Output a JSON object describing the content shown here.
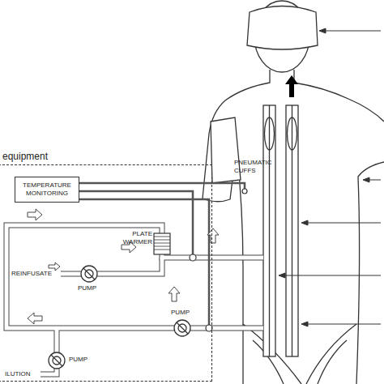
{
  "diagram": {
    "nodes": [
      {
        "text": [
          "equipment"
        ]
      },
      {
        "text": [
          "TEMPERATURE MONITORING"
        ],
        "in": 0
      }
    ],
    "labels": [
      "PNEUMATIC CUFFS",
      "PLATE WARMER",
      "REINFUSATE",
      "PUMP",
      "PUMP",
      "PUMP",
      "ILUTION"
    ]
  }
}
